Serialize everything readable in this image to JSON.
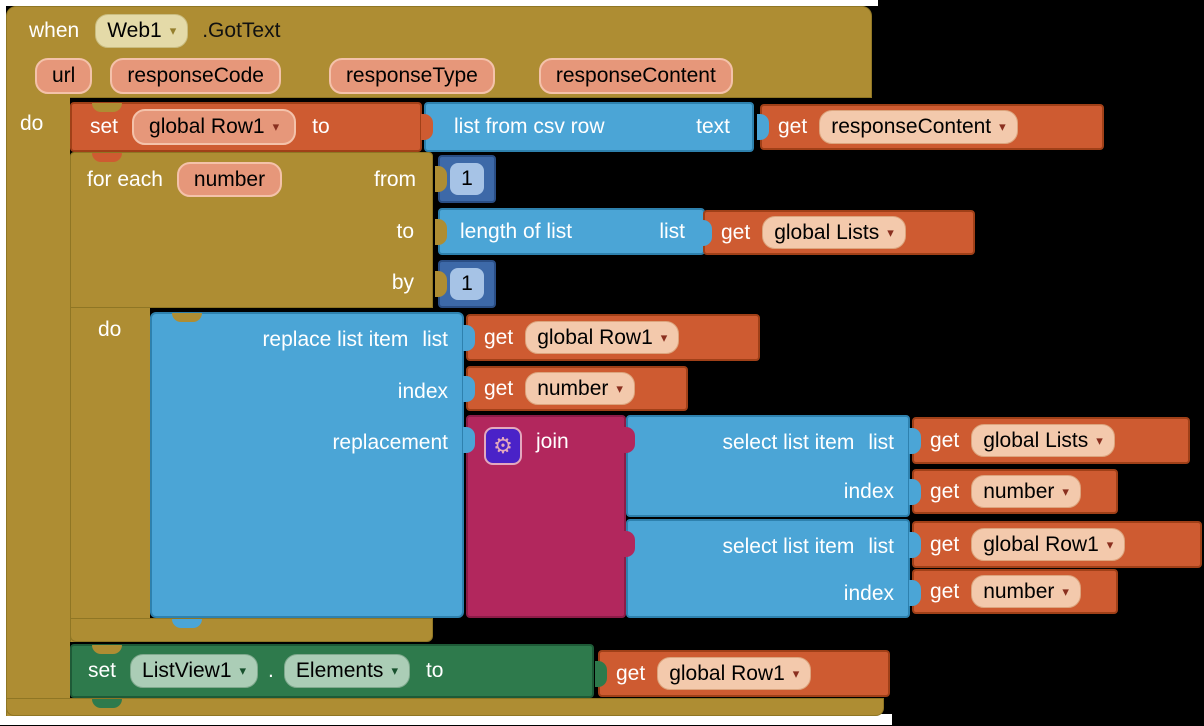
{
  "labels": {
    "when": "when",
    "do": "do",
    "set": "set",
    "to": "to",
    "for_each": "for each",
    "from": "from",
    "by": "by",
    "get": "get",
    "index": "index",
    "replacement": "replacement",
    "join": "join",
    "text": "text",
    "list": "list",
    "dot": ".",
    "list_from_csv_row": "list from csv row",
    "length_of_list": "length of list",
    "replace_list_item": "replace list item",
    "select_list_item": "select list item"
  },
  "event": {
    "component": "Web1",
    "name": ".GotText",
    "params": [
      "url",
      "responseCode",
      "responseType",
      "responseContent"
    ]
  },
  "vars": {
    "global_row1": "global Row1",
    "global_lists": "global Lists",
    "number": "number",
    "response_content": "responseContent"
  },
  "numbers": {
    "from": "1",
    "by": "1"
  },
  "setter": {
    "component": "ListView1",
    "property": "Elements"
  },
  "icons": {
    "dropdown": "▾",
    "gear": "⚙"
  },
  "colors": {
    "canvas_bg": "#000000",
    "outline": "#FFFFFF",
    "gold": "#AE8D33",
    "gold_border": "#8F7624",
    "orange": "#CE5B31",
    "orange_border": "#A04018",
    "blue": "#4BA5D6",
    "blue_border": "#2E81AE",
    "dkblue": "#3D69A8",
    "dkblue_border": "#2A4E85",
    "magenta": "#B2275D",
    "magenta_border": "#8C1C48",
    "green": "#2E7A4C",
    "green_border": "#1E5A37",
    "field_salmon": "#E6977A",
    "field_salmon_border": "#F4C2AA",
    "field_light": "#F3C9AC",
    "field_light_border": "#DCA47D",
    "field_khaki": "#E4DAA8",
    "field_khaki_border": "#C9BC7F",
    "field_green": "#ABCDB6",
    "field_green_border": "#7FA98D",
    "num_field": "#A6C3E6",
    "gear_bg": "#4A22C8",
    "gear_fg": "#E3A8BE",
    "arrow_orange": "#8A2F1F",
    "arrow_khaki": "#957F2E",
    "arrow_green": "#17512D",
    "text_light": "#FFFFFF",
    "text_dark": "#000000"
  }
}
